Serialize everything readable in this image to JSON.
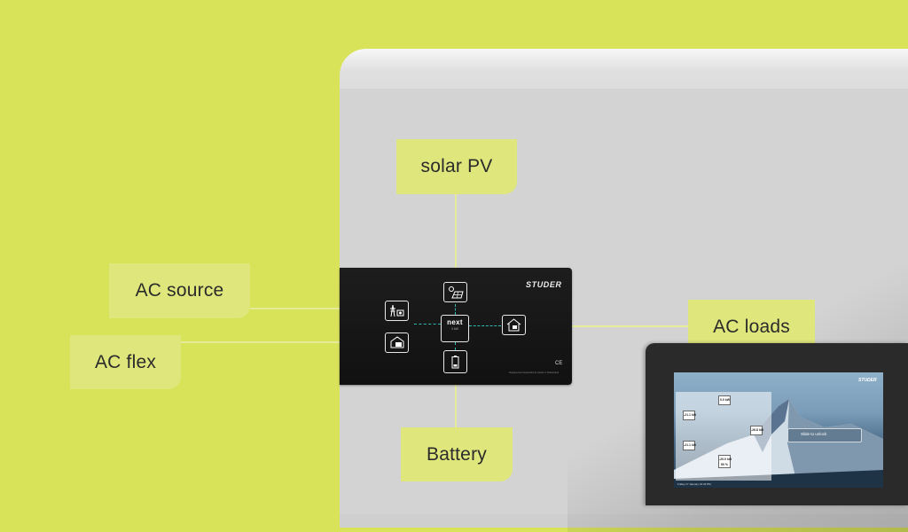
{
  "labels": {
    "solar_pv": "solar PV",
    "ac_source": "AC source",
    "ac_flex": "AC flex",
    "ac_loads": "AC loads",
    "battery": "Battery"
  },
  "panel": {
    "brand": "STUDER",
    "center_label": "next",
    "center_sub": "3 kW",
    "ce_mark": "CE",
    "fine_print": "Designed and assembled by Studer in Switzerland"
  },
  "display": {
    "brand": "STUDER",
    "unlock_text": "Slide to unlock",
    "footer": "Friday 17 January  01:44 PM",
    "values": {
      "solar": "0.0 kW",
      "source": "-21.1 kW",
      "flex": "-21.1 kW",
      "loads": "-26.8 kW",
      "battery_power": "-20.0 kW",
      "battery_soc": "50 %"
    }
  },
  "colors": {
    "background": "#d8e35a",
    "label_bg": "#dfe67c",
    "panel": "#161616",
    "flow_line": "#2fb9b0"
  },
  "icons": [
    "grid-icon",
    "flex-icon",
    "solar-panel-icon",
    "house-icon",
    "battery-icon"
  ]
}
